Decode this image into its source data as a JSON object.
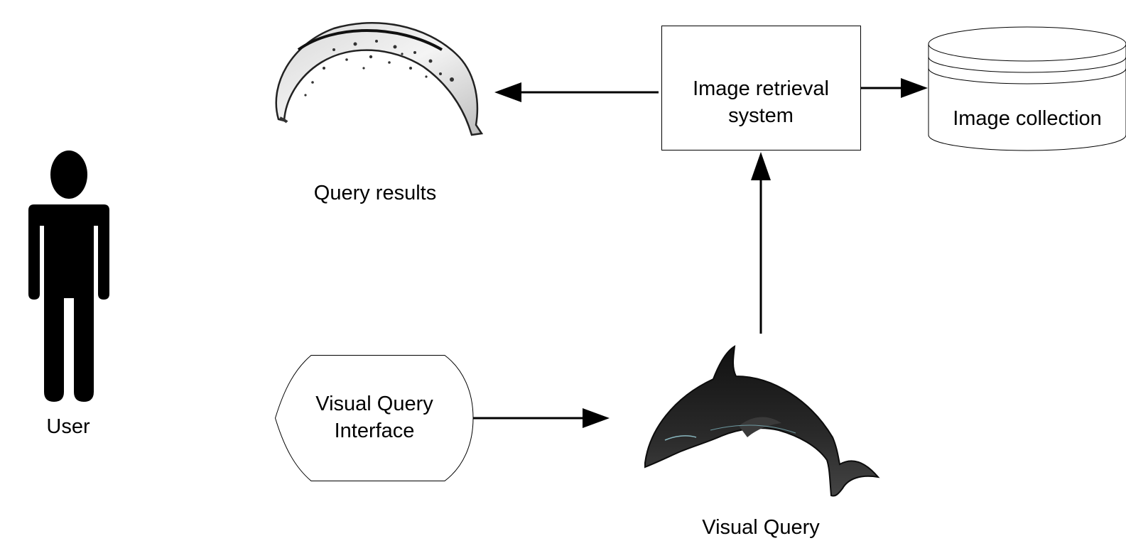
{
  "nodes": {
    "user": {
      "label": "User"
    },
    "interface": {
      "line1": "Visual Query",
      "line2": "Interface"
    },
    "query": {
      "label": "Visual Query"
    },
    "system": {
      "line1": "Image retrieval",
      "line2": "system"
    },
    "collection": {
      "label": "Image collection"
    },
    "results": {
      "label": "Query results"
    }
  },
  "icons": {
    "user": "person-icon",
    "query": "dolphin-image",
    "results": "banana-image",
    "collection": "database-cylinder-icon"
  },
  "colors": {
    "ink": "#000000",
    "dolphin": "#1b1b1b",
    "banana": "#efefef"
  }
}
